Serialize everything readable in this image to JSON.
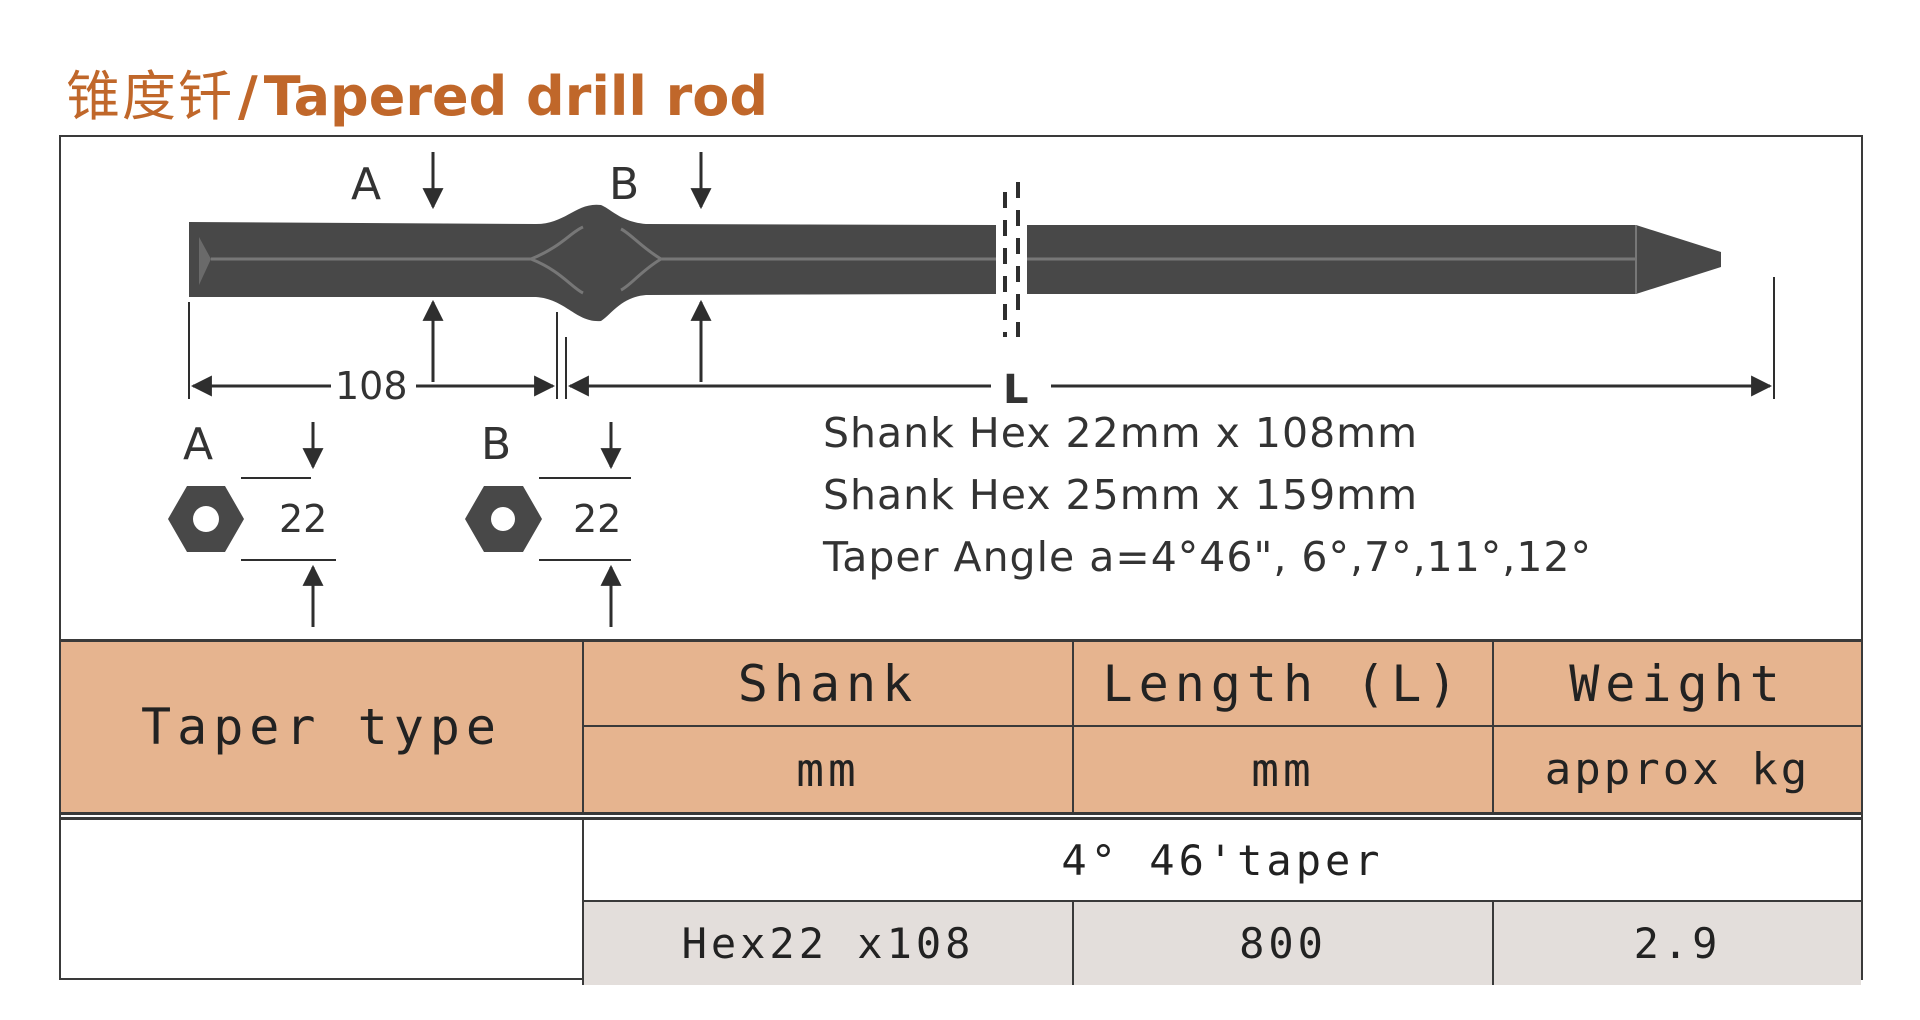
{
  "title": {
    "cn": "锥度钎",
    "slash": "/",
    "en": "Tapered drill rod"
  },
  "diagram": {
    "label_a": "A",
    "label_b": "B",
    "label_l": "L",
    "dim_108": "108",
    "hex_a_label": "A",
    "hex_b_label": "B",
    "hex_a_size": "22",
    "hex_b_size": "22"
  },
  "specs": [
    "Shank Hex 22mm x 108mm",
    "Shank Hex 25mm x 159mm",
    "Taper Angle a=4°46\", 6°,7°,11°,12°"
  ],
  "table": {
    "headers": {
      "taper_type": "Taper type",
      "shank": "Shank",
      "shank_unit": "mm",
      "length": "Length (L)",
      "length_unit": "mm",
      "weight": "Weight",
      "weight_unit": "approx kg"
    },
    "group_label": "4° 46'taper",
    "rows": [
      {
        "shank": "Hex22 x108",
        "length": "800",
        "weight": "2.9"
      }
    ]
  },
  "colors": {
    "title": "#c0672a",
    "header_bg": "#e6b48f",
    "row_bg": "#e3dedb"
  }
}
